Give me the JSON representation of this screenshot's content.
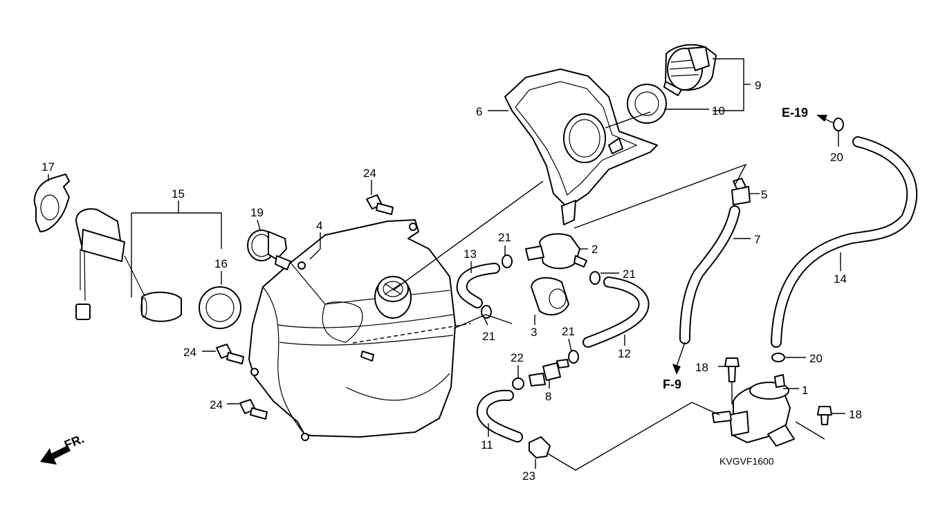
{
  "diagram": {
    "code": "KVGVF1600",
    "front_mark": "FR.",
    "refs": {
      "e19": "E-19",
      "f9": "F-9"
    },
    "callouts": {
      "c1": "1",
      "c2": "2",
      "c3": "3",
      "c4": "4",
      "c5": "5",
      "c6": "6",
      "c7": "7",
      "c8": "8",
      "c9": "9",
      "c10": "10",
      "c11": "11",
      "c12": "12",
      "c13": "13",
      "c14": "14",
      "c15": "15",
      "c16": "16",
      "c17": "17",
      "c18a": "18",
      "c18b": "18",
      "c19": "19",
      "c20a": "20",
      "c20b": "20",
      "c21a": "21",
      "c21b": "21",
      "c21c": "21",
      "c21d": "21",
      "c22": "22",
      "c23": "23",
      "c24a": "24",
      "c24b": "24",
      "c24c": "24"
    }
  }
}
